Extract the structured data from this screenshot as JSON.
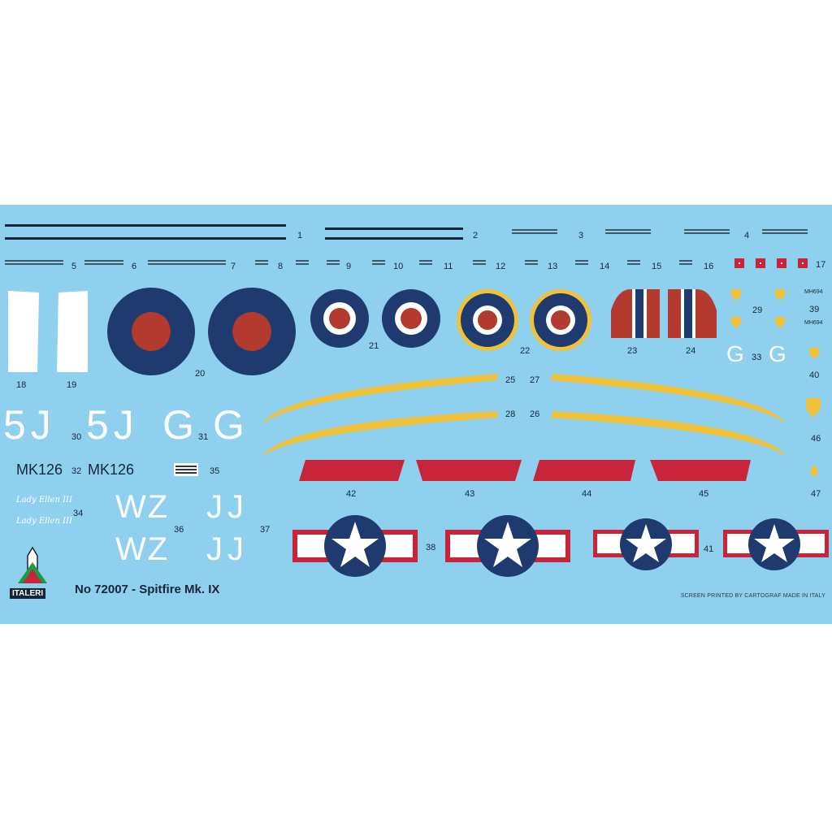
{
  "sheet": {
    "title": "No 72007 - Spitfire Mk. IX",
    "printed_by": "SCREEN PRINTED BY CARTOGRAF MADE IN ITALY",
    "brand": "ITALERI",
    "colors": {
      "background": "#8fd0ee",
      "roundel_blue": "#1f3a6e",
      "roundel_red": "#b23a2e",
      "yellow": "#f0c23a",
      "crimson": "#c8243a",
      "white": "#ffffff"
    }
  },
  "numbers": {
    "n1": "1",
    "n2": "2",
    "n3": "3",
    "n4": "4",
    "n5": "5",
    "n6": "6",
    "n7": "7",
    "n8": "8",
    "n9": "9",
    "n10": "10",
    "n11": "11",
    "n12": "12",
    "n13": "13",
    "n14": "14",
    "n15": "15",
    "n16": "16",
    "n17": "17",
    "n18": "18",
    "n19": "19",
    "n20": "20",
    "n21": "21",
    "n22": "22",
    "n23": "23",
    "n24": "24",
    "n25": "25",
    "n26": "26",
    "n27": "27",
    "n28": "28",
    "n29": "29",
    "n30": "30",
    "n31": "31",
    "n32": "32",
    "n33": "33",
    "n34": "34",
    "n35": "35",
    "n36": "36",
    "n37": "37",
    "n38": "38",
    "n39": "39",
    "n40": "40",
    "n41": "41",
    "n42": "42",
    "n43": "43",
    "n44": "44",
    "n45": "45",
    "n46": "46",
    "n47": "47"
  },
  "codes": {
    "c5j_a": "5J",
    "c5j_b": "5J",
    "g_a": "G",
    "g_b": "G",
    "g33_a": "G",
    "g33_b": "G",
    "serial_a": "MK126",
    "serial_b": "MK126",
    "wz_a": "WZ",
    "wz_b": "WZ",
    "jj_a": "JJ",
    "jj_b": "JJ",
    "mh_a": "MH694",
    "mh_b": "MH694",
    "lady_a": "Lady Ellen III",
    "lady_b": "Lady Ellen III"
  }
}
